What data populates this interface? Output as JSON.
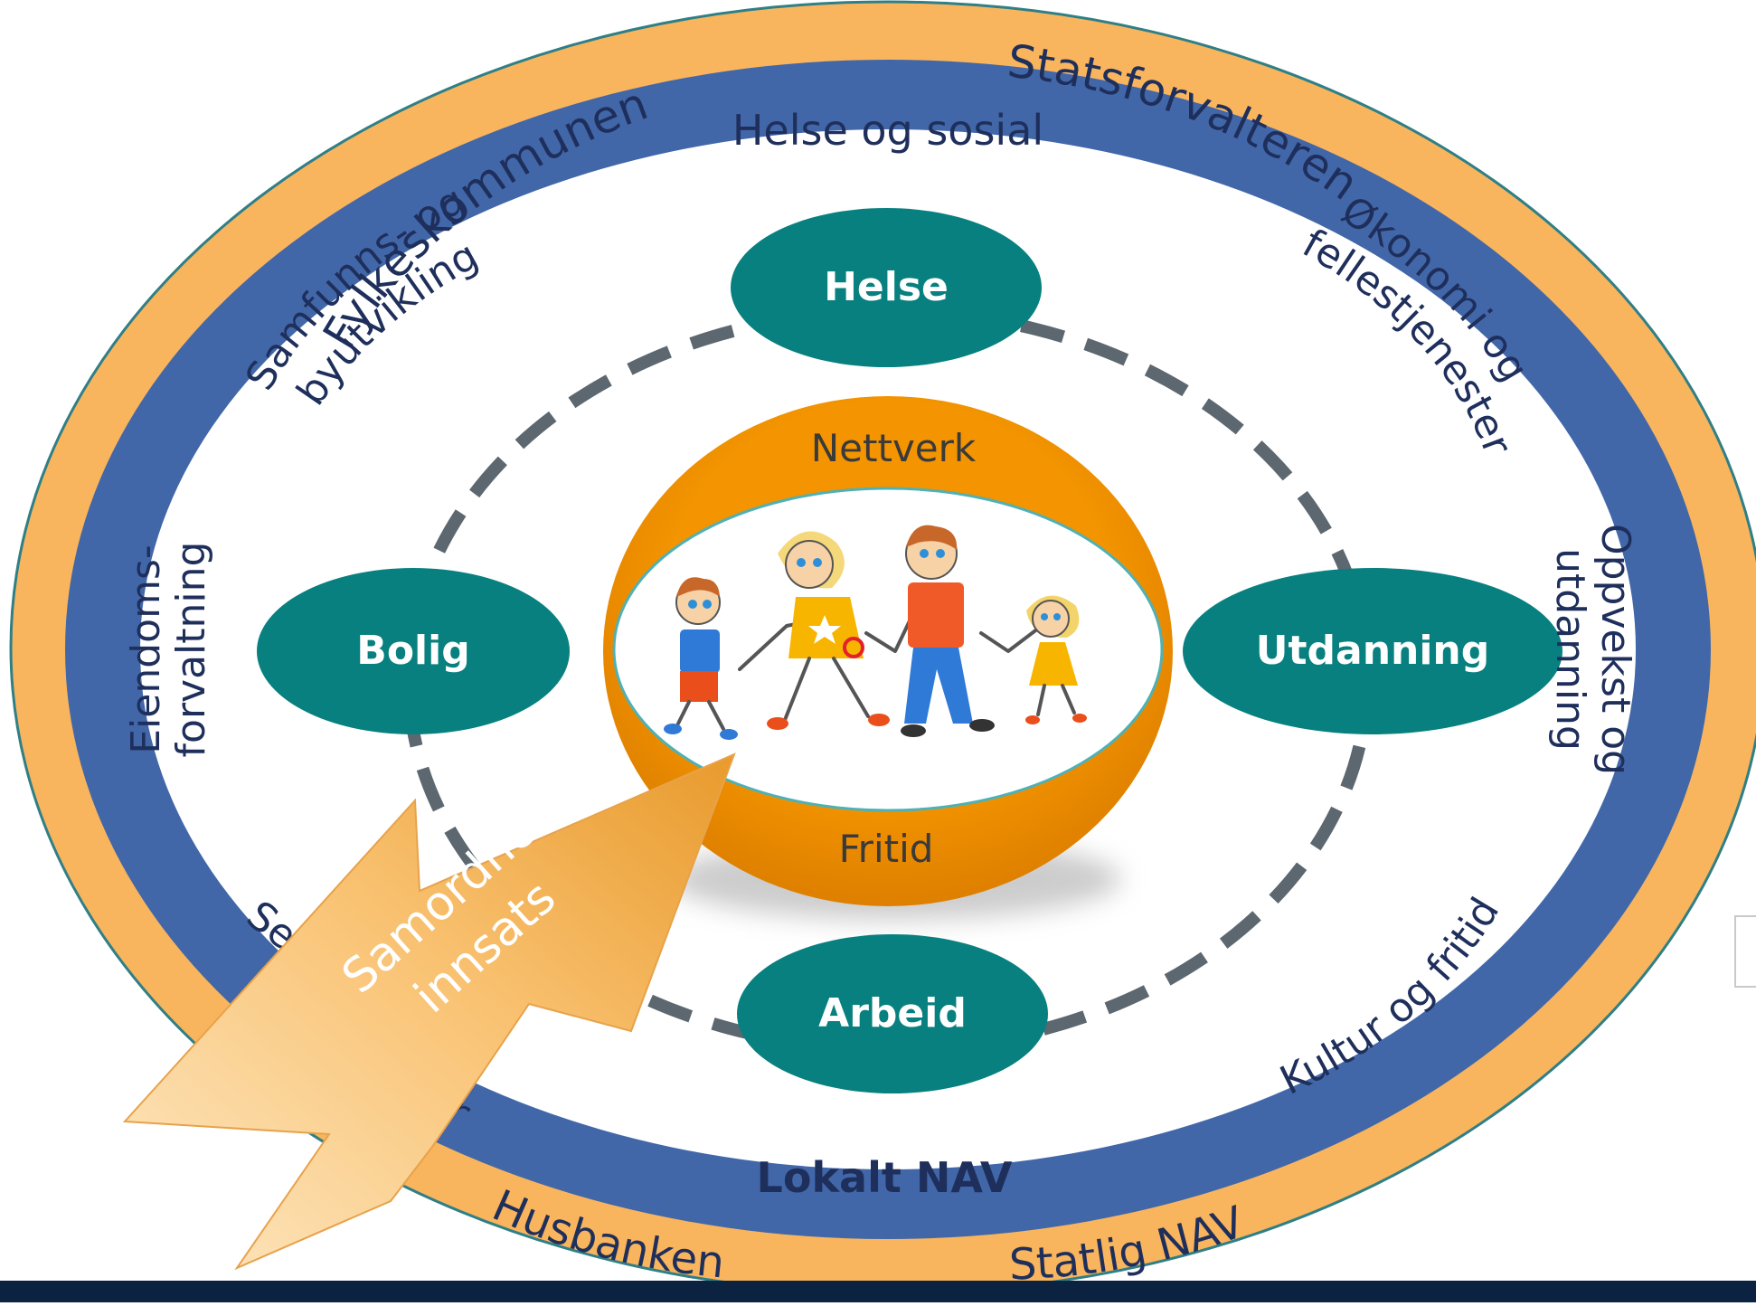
{
  "outer_ring": {
    "fylkeskommunen": "Fylkeskommunen",
    "statsforvalteren": "Statsforvalteren",
    "husbanken": "Husbanken",
    "statlig_nav": "Statlig NAV"
  },
  "inner_ring": {
    "helse_og_sosial": "Helse og sosial",
    "samfunns_line1": "Samfunns- og",
    "samfunns_line2": "byutvikling",
    "okonomi_line1": "Økonomi og",
    "okonomi_line2": "fellestjenester",
    "eiendoms_line1": "Eiendoms-",
    "eiendoms_line2": "forvaltning",
    "oppvekst_line1": "Oppvekst og",
    "oppvekst_line2": "utdanning",
    "kultur_og_fritid": "Kultur og fritid",
    "service_left": "Ser",
    "service_right": "or",
    "lokalt_nav": "Lokalt NAV"
  },
  "nodes": {
    "helse": "Helse",
    "bolig": "Bolig",
    "utdanning": "Utdanning",
    "arbeid": "Arbeid"
  },
  "center": {
    "nettverk": "Nettverk",
    "fritid": "Fritid"
  },
  "arrow": {
    "line1": "Samordnet",
    "line2": "innsats"
  },
  "colors": {
    "outer_ring": "#f9b55d",
    "inner_ring": "#4167a9",
    "node": "#07807f",
    "center": "#f19000",
    "dash": "#5c6770",
    "label_dark": "#1f2f5c"
  }
}
